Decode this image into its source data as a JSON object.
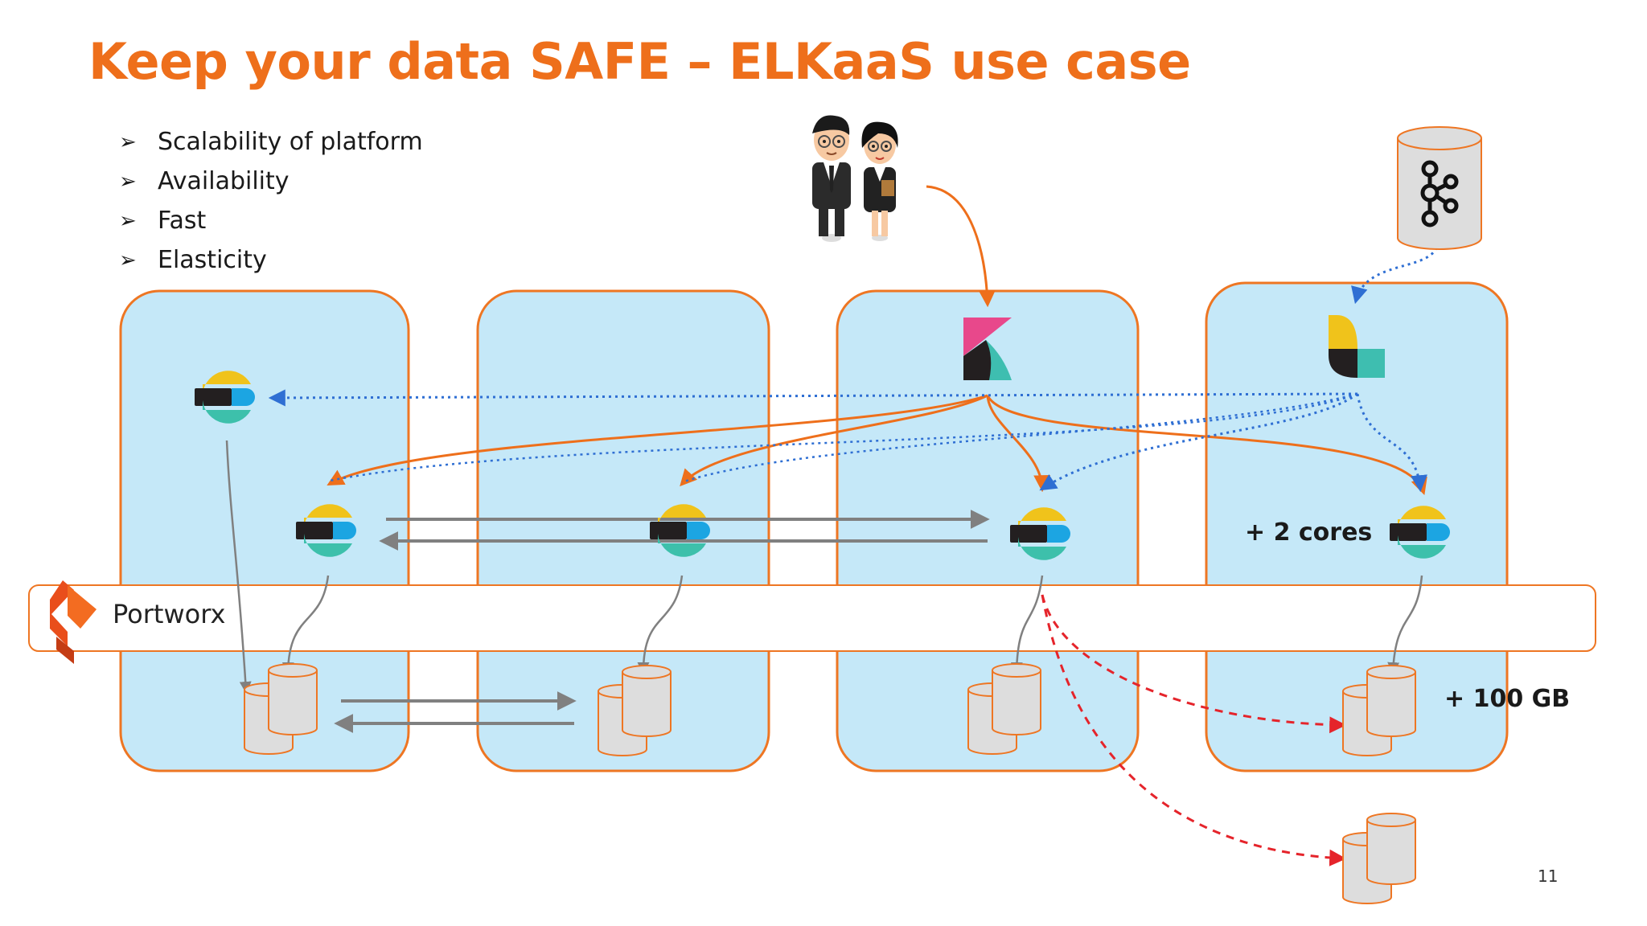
{
  "slide": {
    "title": "Keep your data SAFE – ELKaaS use case",
    "bullets": [
      "Scalability of platform",
      "Availability",
      "Fast",
      "Elasticity"
    ],
    "bullet_marker": "➢",
    "storage_layer_label": "Portworx",
    "cpu_scale_label": "+ 2 cores",
    "storage_scale_label": "+ 100 GB",
    "page_number": "11"
  },
  "colors": {
    "title": "#ee6f1b",
    "node_border": "#ee7623",
    "node_fill": "#c5e8f8",
    "query_arrow": "#ee6f1b",
    "ingest_arrow": "#2f6fd3",
    "replication_arrow": "#808080",
    "rebalance_arrow": "#e5242b",
    "es_yellow": "#f0c31b",
    "es_blue": "#1ca5e2",
    "es_teal": "#3dc0ab",
    "es_dark": "#231f20",
    "kibana_pink": "#e8488b",
    "kibana_teal": "#3ebeb0"
  },
  "icons": [
    "users-icon",
    "kafka-icon",
    "kibana-icon",
    "logstash-icon",
    "elasticsearch-icon",
    "portworx-logo",
    "database-icon"
  ]
}
